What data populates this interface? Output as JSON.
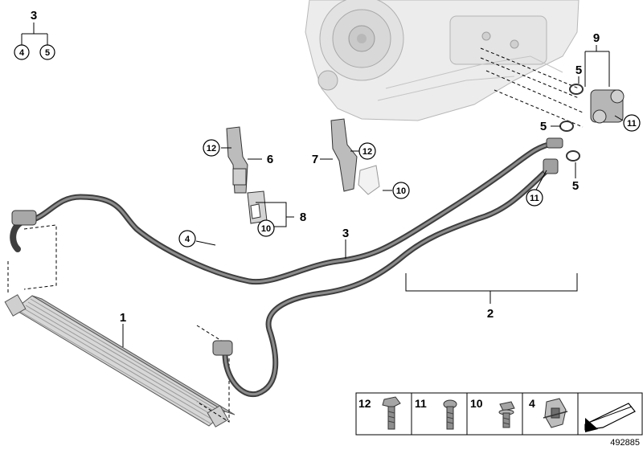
{
  "tree": {
    "parent": "3",
    "children": [
      "4",
      "5"
    ]
  },
  "callouts": {
    "c1": "1",
    "c2": "2",
    "c3": "3",
    "c4": "4",
    "c5a": "5",
    "c5b": "5",
    "c5c": "5",
    "c6": "6",
    "c7": "7",
    "c8": "8",
    "c9": "9",
    "c10a": "10",
    "c10b": "10",
    "c11a": "11",
    "c11b": "11",
    "c12a": "12",
    "c12b": "12"
  },
  "legend": [
    "12",
    "11",
    "10",
    "4"
  ],
  "reference": "492885"
}
